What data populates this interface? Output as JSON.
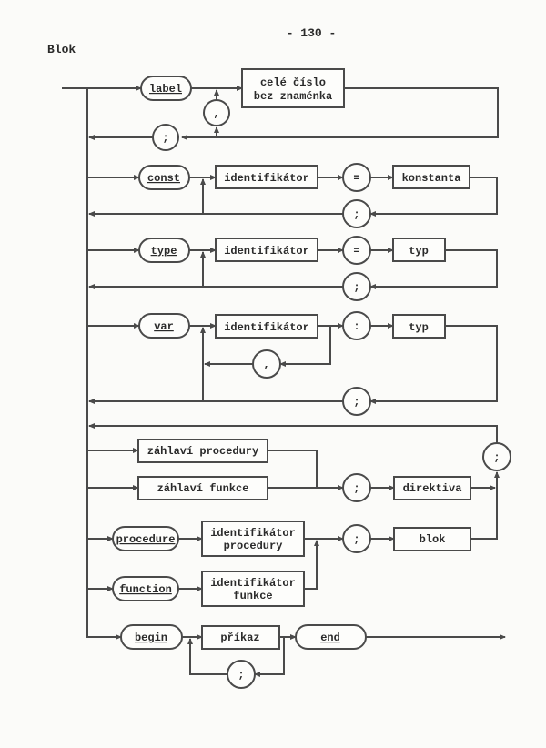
{
  "page": {
    "page_number": "- 130 -",
    "heading": "Blok"
  },
  "diagram": {
    "sections": {
      "label": {
        "keyword": "label",
        "number_box": [
          "celé číslo",
          "bez znaménka"
        ],
        "separator": ",",
        "terminator": ";"
      },
      "const": {
        "keyword": "const",
        "identifier": "identifikátor",
        "operator": "=",
        "value": "konstanta",
        "terminator": ";"
      },
      "type": {
        "keyword": "type",
        "identifier": "identifikátor",
        "operator": "=",
        "value": "typ",
        "terminator": ";"
      },
      "var": {
        "keyword": "var",
        "identifier": "identifikátor",
        "separator": ",",
        "operator": ":",
        "value": "typ",
        "terminator": ";"
      },
      "subprograms": {
        "proc_header": "záhlaví procedury",
        "func_header": "záhlaví funkce",
        "procedure_keyword": "procedure",
        "procedure_ident": [
          "identifikátor",
          "procedury"
        ],
        "function_keyword": "function",
        "function_ident": [
          "identifikátor",
          "funkce"
        ],
        "semicolon_1": ";",
        "directive": "direktiva",
        "semicolon_2": ";",
        "block": "blok",
        "loop_semicolon": ";"
      },
      "body": {
        "begin_keyword": "begin",
        "statement": "příkaz",
        "separator": ";",
        "end_keyword": "end"
      }
    }
  }
}
